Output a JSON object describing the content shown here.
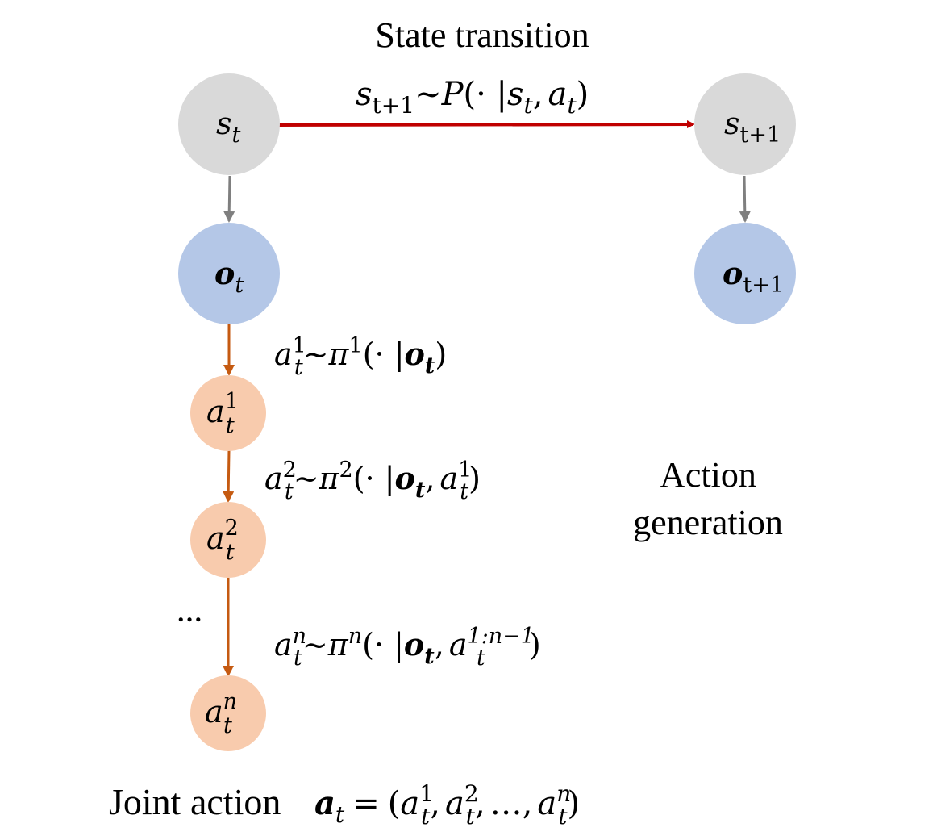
{
  "titles": {
    "state_transition": "State transition",
    "action_generation_line1": "Action",
    "action_generation_line2": "generation",
    "joint_action_prefix": "Joint action"
  },
  "nodes": {
    "s_t": {
      "base": "s",
      "sub": "t"
    },
    "s_t1": {
      "base": "s",
      "sub": "t+1"
    },
    "o_t": {
      "base": "o",
      "sub": "t"
    },
    "o_t1": {
      "base": "o",
      "sub": "t+1"
    },
    "a1": {
      "base": "a",
      "sub": "t",
      "sup": "1"
    },
    "a2": {
      "base": "a",
      "sub": "t",
      "sup": "2"
    },
    "an": {
      "base": "a",
      "sub": "t",
      "sup": "n"
    }
  },
  "equations": {
    "transition": {
      "s": "s",
      "sub_t1": "t+1",
      "tilde": "~",
      "P": "P",
      "open": "(",
      "dot": "· |",
      "s2": "s",
      "sub_t": "t",
      "comma": ",",
      "a": "a",
      "sub_t2": "t",
      "close": ")"
    },
    "policy1": {
      "a": "a",
      "sub": "t",
      "sup": "1",
      "tilde": "~",
      "pi": "π",
      "pisup": "1",
      "open": "(· |",
      "o": "o",
      "osub": "t",
      "close": ")"
    },
    "policy2": {
      "a": "a",
      "sub": "t",
      "sup": "2",
      "tilde": "~",
      "pi": "π",
      "pisup": "2",
      "open": "(· |",
      "o": "o",
      "osub": "t",
      "comma": ",",
      "a2": "a",
      "a2sub": "t",
      "a2sup": "1",
      "close": ")"
    },
    "policyn": {
      "a": "a",
      "sub": "t",
      "sup": "n",
      "tilde": "~",
      "pi": "π",
      "pisup": "n",
      "open": "(· |",
      "o": "o",
      "osub": "t",
      "comma": ",",
      "a2": "a",
      "a2sub": "t",
      "a2sup": "1:n−1",
      "close": ")"
    },
    "joint": {
      "a": "a",
      "asub": "t",
      "eq": "=",
      "open": "(",
      "e1": "a",
      "e1sub": "t",
      "e1sup": "1",
      "c1": ",",
      "e2": "a",
      "e2sub": "t",
      "e2sup": "2",
      "c2": ",",
      "dots": "…",
      "c3": ",",
      "e3": "a",
      "e3sub": "t",
      "e3sup": "n",
      "close": ")"
    }
  },
  "ellipsis": "…",
  "colors": {
    "state_node": "#d9d9d9",
    "obs_node": "#b4c7e7",
    "action_node": "#f8cbad",
    "transition_arrow": "#c00000",
    "obs_arrow": "#7f7f7f",
    "action_arrow": "#c55a11"
  }
}
